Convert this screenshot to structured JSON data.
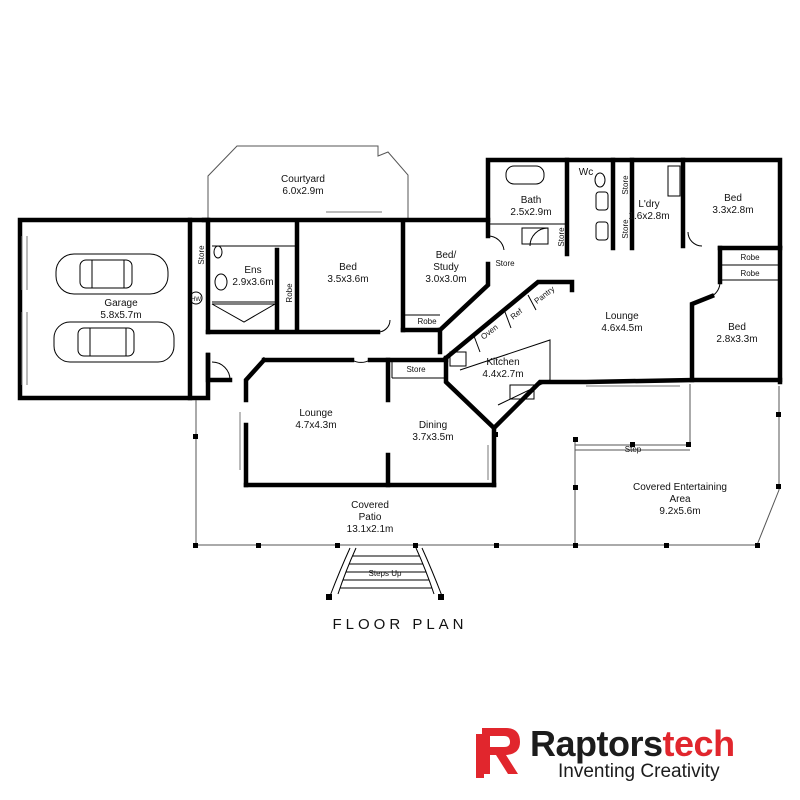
{
  "rooms": {
    "courtyard": {
      "name": "Courtyard",
      "dims": "6.0x2.9m"
    },
    "garage": {
      "name": "Garage",
      "dims": "5.8x5.7m"
    },
    "ens": {
      "name": "Ens",
      "dims": "2.9x3.6m"
    },
    "bed_main": {
      "name": "Bed",
      "dims": "3.5x3.6m"
    },
    "bed_study": {
      "name1": "Bed/",
      "name2": "Study",
      "dims": "3.0x3.0m"
    },
    "bath": {
      "name": "Bath",
      "dims": "2.5x2.9m"
    },
    "wc": {
      "name": "Wc"
    },
    "laundry": {
      "name": "L'dry",
      "dims": "1.6x2.8m"
    },
    "bed_ne": {
      "name": "Bed",
      "dims": "3.3x2.8m"
    },
    "lounge_main": {
      "name": "Lounge",
      "dims": "4.6x4.5m"
    },
    "bed_se": {
      "name": "Bed",
      "dims": "2.8x3.3m"
    },
    "kitchen": {
      "name": "Kitchen",
      "dims": "4.4x2.7m"
    },
    "lounge_front": {
      "name": "Lounge",
      "dims": "4.7x4.3m"
    },
    "dining": {
      "name": "Dining",
      "dims": "3.7x3.5m"
    },
    "covered_patio": {
      "name1": "Covered",
      "name2": "Patio",
      "dims": "13.1x2.1m"
    },
    "covered_ent": {
      "name1": "Covered Entertaining",
      "name2": "Area",
      "dims": "9.2x5.6m"
    }
  },
  "small_labels": {
    "store": "Store",
    "robe": "Robe",
    "oven": "Oven",
    "ref": "Ref",
    "pantry": "Pantry",
    "step": "Step",
    "steps_up": "Steps Up",
    "hw": "HW"
  },
  "caption": "FLOOR PLAN",
  "brand": {
    "part1": "Raptors",
    "part2": "tech",
    "tagline": "Inventing Creativity",
    "accent": "#e1262d"
  }
}
